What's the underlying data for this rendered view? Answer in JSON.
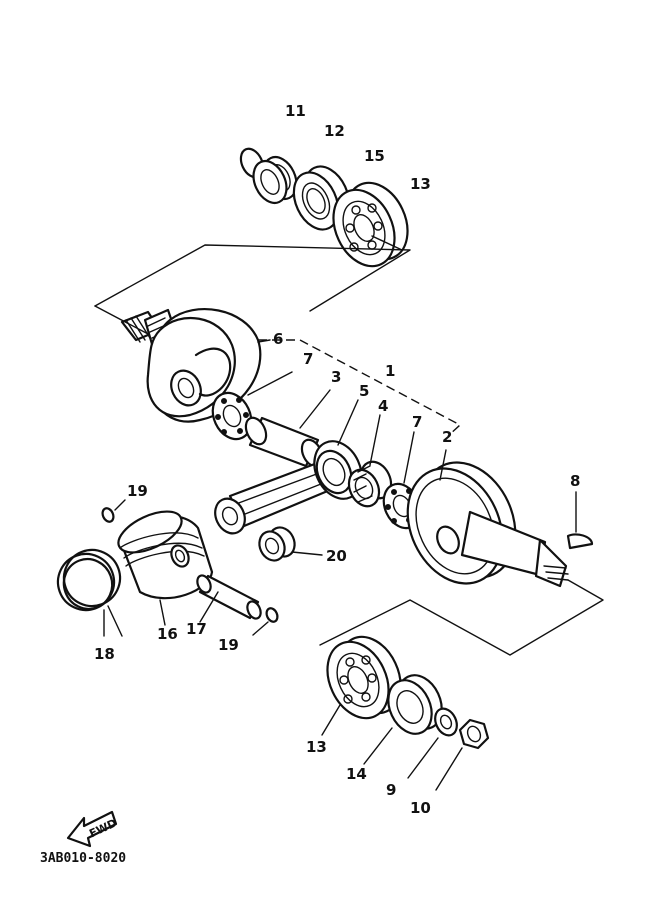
{
  "labels": {
    "l1": "1",
    "l2": "2",
    "l3": "3",
    "l4": "4",
    "l5": "5",
    "l6": "6",
    "l7a": "7",
    "l7b": "7",
    "l8": "8",
    "l9": "9",
    "l10": "10",
    "l11": "11",
    "l12": "12",
    "l13a": "13",
    "l13b": "13",
    "l14": "14",
    "l15": "15",
    "l16": "16",
    "l17": "17",
    "l18": "18",
    "l19a": "19",
    "l19b": "19",
    "l20": "20"
  },
  "fwd_label": "FWD",
  "diagram_code": "3AB010-8020"
}
